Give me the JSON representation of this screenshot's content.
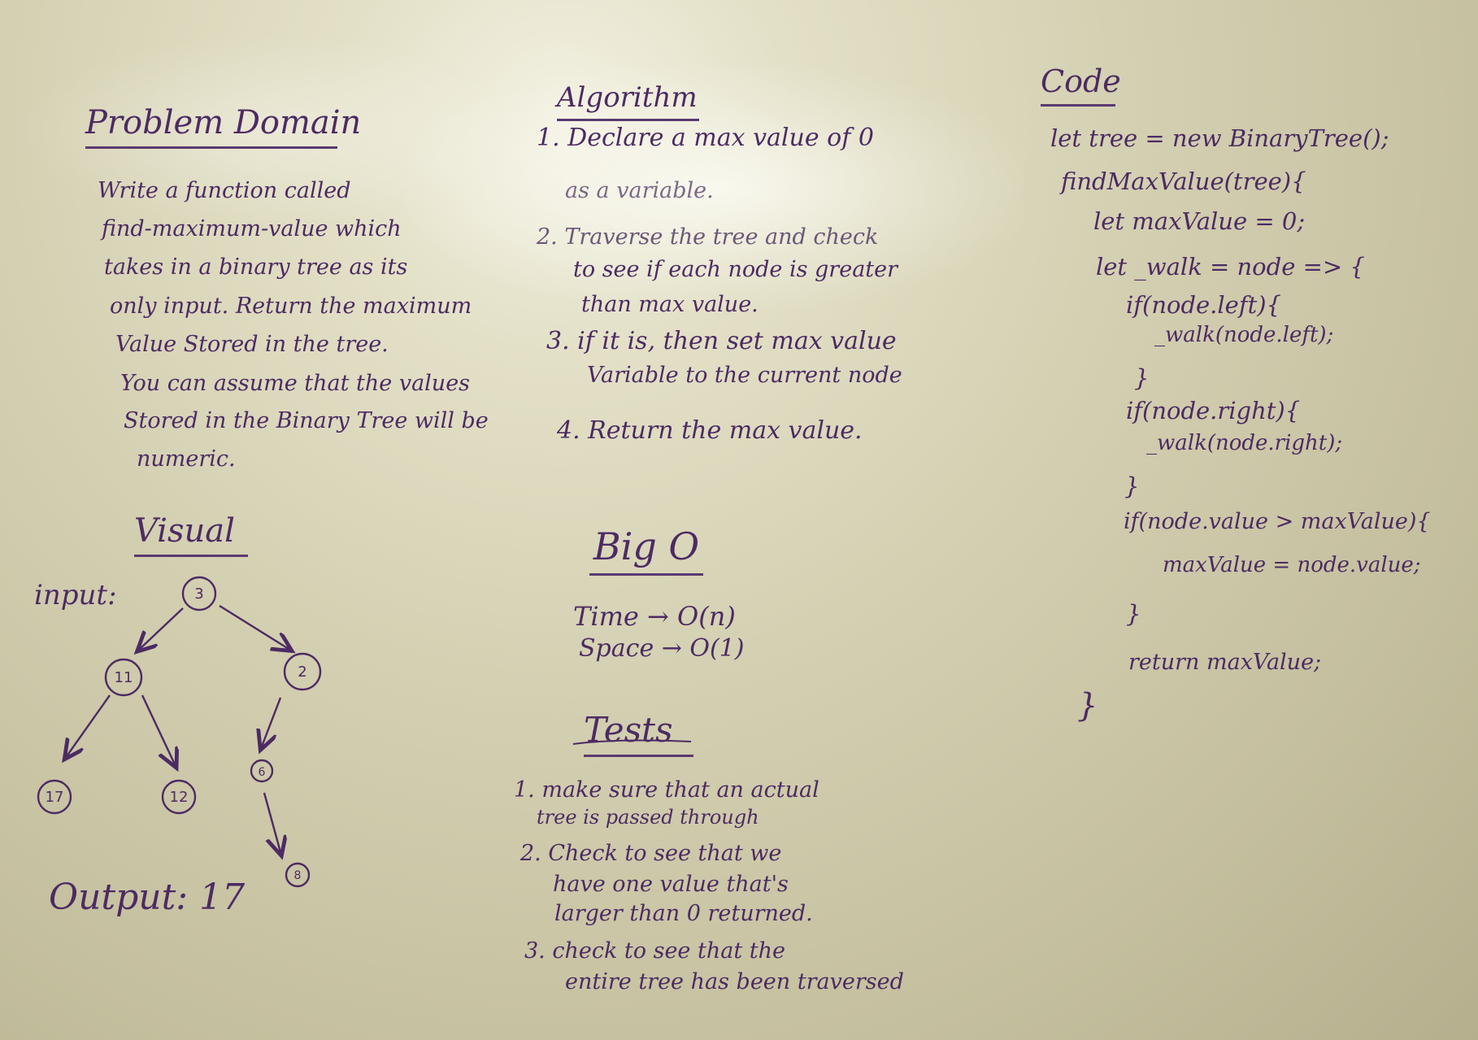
{
  "problem_domain": {
    "heading": "Problem Domain",
    "lines": [
      "Write a function called",
      "find-maximum-value which",
      "takes in a binary tree as its",
      "only input. Return the maximum",
      "Value Stored in the tree.",
      "You can assume that the values",
      "Stored in the Binary Tree will be",
      "numeric."
    ]
  },
  "visual": {
    "heading": "Visual",
    "input_label": "input:",
    "output_label": "Output: 17",
    "tree_nodes": [
      "3",
      "11",
      "2",
      "17",
      "12",
      "6",
      "8"
    ]
  },
  "algorithm": {
    "heading": "Algorithm",
    "lines": [
      "1. Declare a max value of 0",
      "as a variable.",
      "2. Traverse the tree and check",
      "to see if each node is greater",
      "than max value.",
      "3. if it is, then set max value",
      "Variable to the current node",
      "4. Return the max value."
    ]
  },
  "big_o": {
    "heading": "Big O",
    "time": "Time → O(n)",
    "space": "Space → O(1)"
  },
  "tests": {
    "heading": "Tests",
    "lines": [
      "1. make sure that an actual",
      "tree is passed through",
      "2. Check to see that we",
      "have one value that's",
      "larger than 0 returned.",
      "3. check to see that the",
      "entire tree has been traversed"
    ]
  },
  "code": {
    "heading": "Code",
    "lines": [
      "let tree = new BinaryTree();",
      "findMaxValue(tree){",
      "let maxValue = 0;",
      "let _walk = node => {",
      "if(node.left){",
      "_walk(node.left);",
      "}",
      "if(node.right){",
      "_walk(node.right);",
      "}",
      "if(node.value > maxValue){",
      "maxValue = node.value;",
      "}",
      "return maxValue;",
      "}"
    ]
  }
}
